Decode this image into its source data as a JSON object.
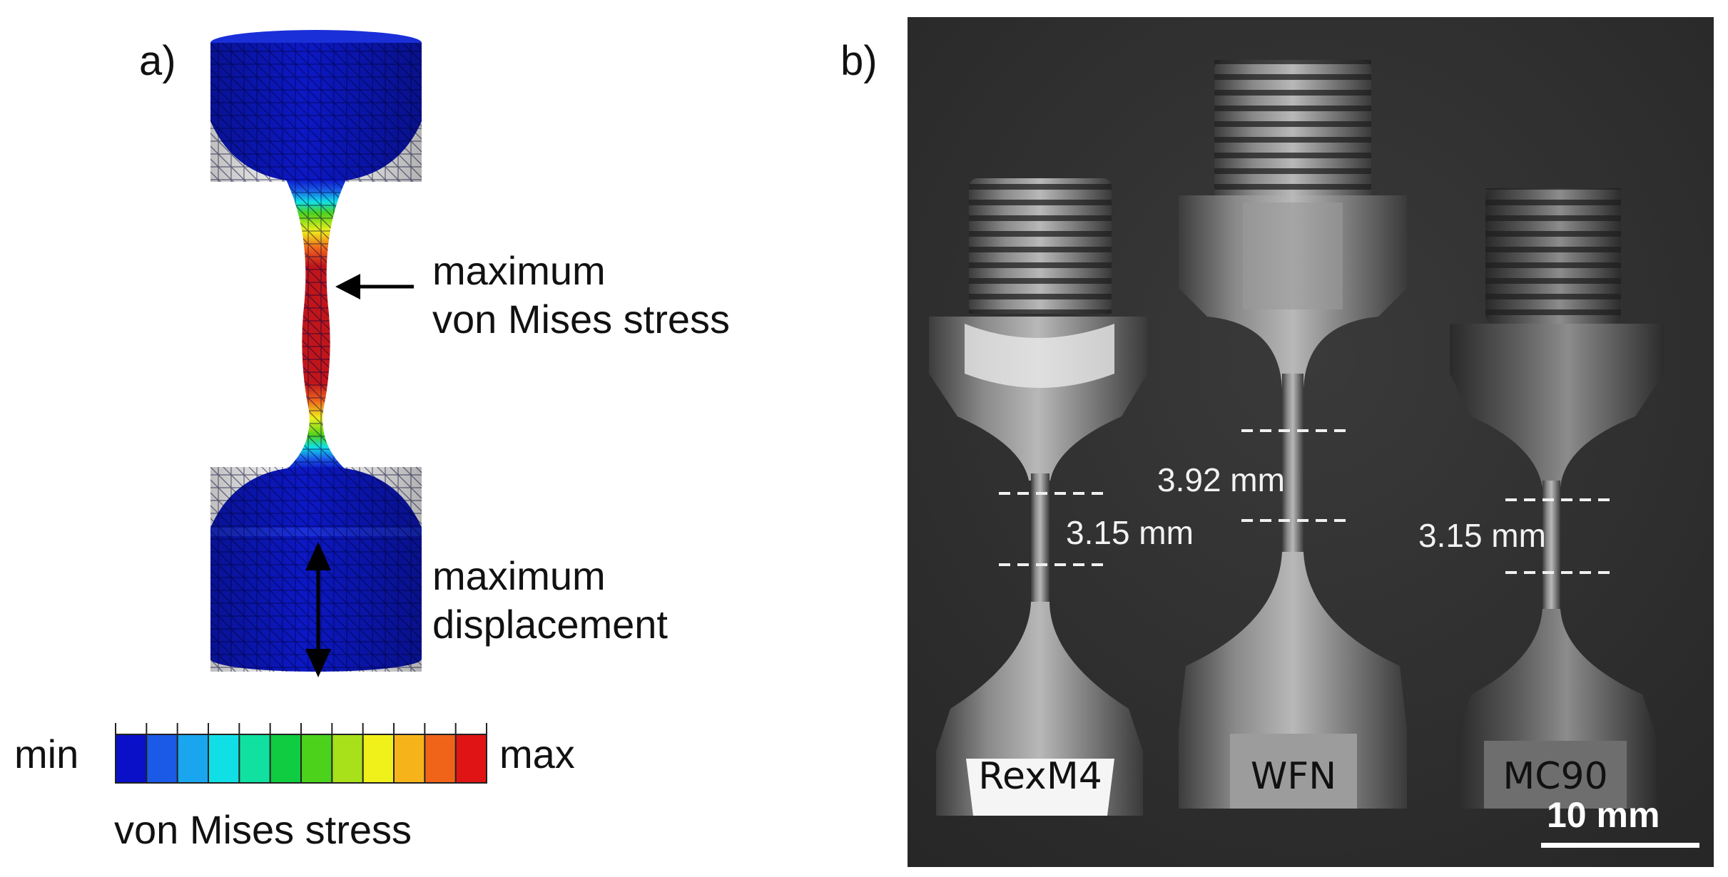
{
  "panel_a": {
    "label": "a)",
    "callout_stress": [
      "maximum",
      "von Mises stress"
    ],
    "callout_displacement": [
      "maximum",
      "displacement"
    ],
    "legend": {
      "min": "min",
      "max": "max",
      "title": "von Mises stress",
      "colors": [
        "#0a10c8",
        "#1a5ae6",
        "#1aa6ee",
        "#10e0e6",
        "#10e0a0",
        "#10cc40",
        "#4cd21a",
        "#a8e01a",
        "#f0f01a",
        "#f7b41a",
        "#f0641a",
        "#e01414"
      ]
    }
  },
  "panel_b": {
    "label": "b)",
    "dimensions": [
      "3.15 mm",
      "3.92 mm",
      "3.15 mm"
    ],
    "specimens": [
      "RexM4",
      "WFN",
      "MC90"
    ],
    "scale_bar": "10 mm"
  }
}
